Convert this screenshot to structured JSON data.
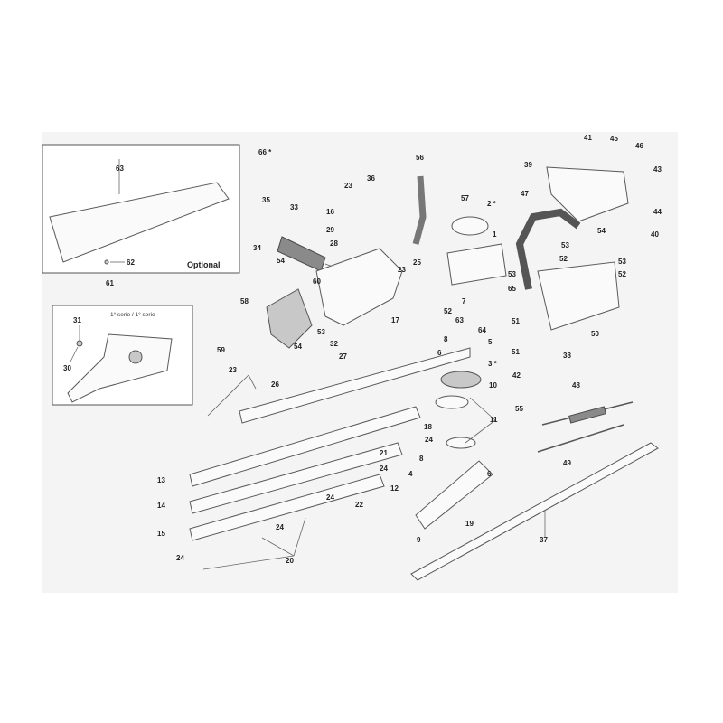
{
  "diagram": {
    "optional_caption": "Optional",
    "series_caption": "1° serie / 1° serie",
    "labels": [
      {
        "id": "l66",
        "text": "66 *"
      },
      {
        "id": "l63",
        "text": "63"
      },
      {
        "id": "l62",
        "text": "62"
      },
      {
        "id": "l61",
        "text": "61"
      },
      {
        "id": "l31",
        "text": "31"
      },
      {
        "id": "l30",
        "text": "30"
      },
      {
        "id": "l35",
        "text": "35"
      },
      {
        "id": "l34",
        "text": "34"
      },
      {
        "id": "l33",
        "text": "33"
      },
      {
        "id": "l23a",
        "text": "23"
      },
      {
        "id": "l36",
        "text": "36"
      },
      {
        "id": "l16",
        "text": "16"
      },
      {
        "id": "l29",
        "text": "29"
      },
      {
        "id": "l28",
        "text": "28"
      },
      {
        "id": "l56",
        "text": "56"
      },
      {
        "id": "l57",
        "text": "57"
      },
      {
        "id": "l2",
        "text": "2 *"
      },
      {
        "id": "l1",
        "text": "1"
      },
      {
        "id": "l47",
        "text": "47"
      },
      {
        "id": "l41",
        "text": "41"
      },
      {
        "id": "l45",
        "text": "45"
      },
      {
        "id": "l46",
        "text": "46"
      },
      {
        "id": "l39",
        "text": "39"
      },
      {
        "id": "l43",
        "text": "43"
      },
      {
        "id": "l44",
        "text": "44"
      },
      {
        "id": "l40",
        "text": "40"
      },
      {
        "id": "l54a",
        "text": "54"
      },
      {
        "id": "l60",
        "text": "60"
      },
      {
        "id": "l25",
        "text": "25"
      },
      {
        "id": "l23b",
        "text": "23"
      },
      {
        "id": "l53a",
        "text": "53"
      },
      {
        "id": "l65",
        "text": "65"
      },
      {
        "id": "l53b",
        "text": "53"
      },
      {
        "id": "l54b",
        "text": "54"
      },
      {
        "id": "l52a",
        "text": "52"
      },
      {
        "id": "l53c",
        "text": "53"
      },
      {
        "id": "l52b",
        "text": "52"
      },
      {
        "id": "l58",
        "text": "58"
      },
      {
        "id": "l59",
        "text": "59"
      },
      {
        "id": "l54c",
        "text": "54"
      },
      {
        "id": "l53d",
        "text": "53"
      },
      {
        "id": "l32",
        "text": "32"
      },
      {
        "id": "l27",
        "text": "27"
      },
      {
        "id": "l17",
        "text": "17"
      },
      {
        "id": "l52c",
        "text": "52"
      },
      {
        "id": "l7",
        "text": "7"
      },
      {
        "id": "l63b",
        "text": "63"
      },
      {
        "id": "l64",
        "text": "64"
      },
      {
        "id": "l8a",
        "text": "8"
      },
      {
        "id": "l5",
        "text": "5"
      },
      {
        "id": "l6a",
        "text": "6"
      },
      {
        "id": "l3",
        "text": "3 *"
      },
      {
        "id": "l51a",
        "text": "51"
      },
      {
        "id": "l51b",
        "text": "51"
      },
      {
        "id": "l38",
        "text": "38"
      },
      {
        "id": "l42",
        "text": "42"
      },
      {
        "id": "l50",
        "text": "50"
      },
      {
        "id": "l23c",
        "text": "23"
      },
      {
        "id": "l26",
        "text": "26"
      },
      {
        "id": "l10",
        "text": "10"
      },
      {
        "id": "l55",
        "text": "55"
      },
      {
        "id": "l48",
        "text": "48"
      },
      {
        "id": "l11",
        "text": "11"
      },
      {
        "id": "l18",
        "text": "18"
      },
      {
        "id": "l24a",
        "text": "24"
      },
      {
        "id": "l21",
        "text": "21"
      },
      {
        "id": "l49",
        "text": "49"
      },
      {
        "id": "l13",
        "text": "13"
      },
      {
        "id": "l24b",
        "text": "24"
      },
      {
        "id": "l4",
        "text": "4"
      },
      {
        "id": "l8b",
        "text": "8"
      },
      {
        "id": "l6b",
        "text": "6"
      },
      {
        "id": "l22",
        "text": "22"
      },
      {
        "id": "l14",
        "text": "14"
      },
      {
        "id": "l24c",
        "text": "24"
      },
      {
        "id": "l12",
        "text": "12"
      },
      {
        "id": "l19",
        "text": "19"
      },
      {
        "id": "l15",
        "text": "15"
      },
      {
        "id": "l24d",
        "text": "24"
      },
      {
        "id": "l9",
        "text": "9"
      },
      {
        "id": "l37",
        "text": "37"
      },
      {
        "id": "l24e",
        "text": "24"
      },
      {
        "id": "l20",
        "text": "20"
      }
    ]
  },
  "colors": {
    "sheet": "#f4f4f4",
    "accent_label": "#c0392b"
  }
}
